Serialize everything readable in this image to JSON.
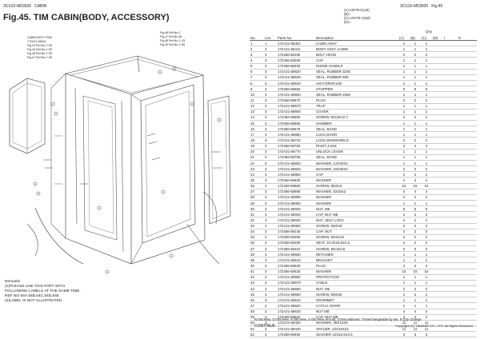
{
  "header": {
    "left_model": "3CS10-M53500",
    "left_section": "CABIN",
    "right_model": "3CS10-M53500",
    "right_fig": "Fig.45"
  },
  "title": "Fig.45.  TIM CABIN(BODY, ACCESSORY)",
  "columns_legend": [
    "(A)-VIO75-C(US)",
    "(B)=",
    "(C)=VIO75-C(NZ)",
    "(D)="
  ],
  "qty_header": {
    "label": "Q'ty",
    "cols": [
      "(A)",
      "(B)",
      "(C)",
      "(D)"
    ],
    "i": "I",
    "r": "R"
  },
  "table": {
    "headers": [
      "No.",
      "Lev.",
      "Parts No.",
      "Description",
      "(A)",
      "(B)",
      "(C)",
      "(D)",
      "I",
      "R"
    ],
    "rows": [
      [
        "1",
        "1",
        "172A21-68401",
        "CABIN ASSY",
        "1",
        "1",
        "1",
        "",
        "",
        ""
      ],
      [
        "2",
        "2",
        "172A21-68411",
        "BODY ASSY, CABIN",
        "1",
        "1",
        "1",
        "",
        "",
        ""
      ],
      [
        "3",
        "3",
        "172456-68180",
        "BOLT 16X35",
        "2",
        "2",
        "2",
        "",
        "",
        ""
      ],
      [
        "4",
        "3",
        "172456-68250",
        "CAP",
        "1",
        "1",
        "1",
        "",
        "",
        ""
      ],
      [
        "5",
        "3",
        "172456-68460",
        "INSIDE HANDLE",
        "1",
        "1",
        "1",
        "",
        "",
        ""
      ],
      [
        "6",
        "3",
        "172A21-68520",
        "SEAL, RUBBER 3200",
        "1",
        "1",
        "1",
        "",
        "",
        ""
      ],
      [
        "7",
        "3",
        "172A21-68530",
        "SEAL, RUBBER 680",
        "1",
        "1",
        "1",
        "",
        "",
        ""
      ],
      [
        "8",
        "3",
        "172A21-68540",
        "ANTI-DROP,230",
        "1",
        "1",
        "1",
        "",
        "",
        ""
      ],
      [
        "9",
        "3",
        "172456-68550",
        "STOPPER",
        "6",
        "6",
        "6",
        "",
        "",
        ""
      ],
      [
        "10",
        "3",
        "172A21-68560",
        "SEAL, RUBBER 2550",
        "1",
        "1",
        "1",
        "",
        "",
        ""
      ],
      [
        "11",
        "3",
        "172456-68570",
        "PLUG",
        "2",
        "2",
        "2",
        "",
        "",
        ""
      ],
      [
        "12",
        "3",
        "172A21-68570",
        "TRAP",
        "1",
        "1",
        "1",
        "",
        "",
        ""
      ],
      [
        "13",
        "3",
        "172A21-68600",
        "COVER",
        "1",
        "1",
        "1",
        "",
        "",
        ""
      ],
      [
        "14",
        "3",
        "172456-68650",
        "SCREW, M3.5X12.7",
        "2",
        "2",
        "2",
        "",
        "",
        ""
      ],
      [
        "15",
        "3",
        "172456-68660",
        "HAMMER",
        "1",
        "1",
        "1",
        "",
        "",
        ""
      ],
      [
        "16",
        "3",
        "172456-68670",
        "SEAL, BAND",
        "1",
        "1",
        "1",
        "",
        "",
        ""
      ],
      [
        "17",
        "3",
        "172A21-68680",
        "LOCK,DOOR",
        "1",
        "1",
        "1",
        "",
        "",
        ""
      ],
      [
        "18",
        "3",
        "172A21-68740",
        "LOCK,WINDSHIELD",
        "2",
        "2",
        "2",
        "",
        "",
        ""
      ],
      [
        "19",
        "3",
        "172456-68750",
        "RIVET 3.2X8",
        "4",
        "4",
        "4",
        "",
        "",
        ""
      ],
      [
        "20",
        "3",
        "172A21-68770",
        "UNLOCK LEVER",
        "1",
        "1",
        "1",
        "",
        "",
        ""
      ],
      [
        "21",
        "3",
        "172456-68780",
        "SEAL, BAND",
        "1",
        "1",
        "1",
        "",
        "",
        ""
      ],
      [
        "22",
        "3",
        "172A21-68830",
        "WASHER, 12X30X2",
        "1",
        "1",
        "1",
        "",
        "",
        ""
      ],
      [
        "23",
        "3",
        "172A21-68840",
        "WASHER, 15X30X2",
        "2",
        "2",
        "2",
        "",
        "",
        ""
      ],
      [
        "24",
        "3",
        "172A21-68860",
        "CAP",
        "2",
        "2",
        "2",
        "",
        "",
        ""
      ],
      [
        "25",
        "3",
        "172456-68930",
        "WASHER",
        "4",
        "4",
        "4",
        "",
        "",
        ""
      ],
      [
        "26",
        "3",
        "172456-68960",
        "SCREW, M6X16",
        "15",
        "15",
        "15",
        "",
        "",
        ""
      ],
      [
        "27",
        "3",
        "172456-68980",
        "WASHER, 6X25X2",
        "4",
        "4",
        "4",
        "",
        "",
        ""
      ],
      [
        "28",
        "3",
        "172A21-68990",
        "WASHER",
        "2",
        "2",
        "2",
        "",
        "",
        ""
      ],
      [
        "29",
        "3",
        "172A21-69000",
        "WASHER",
        "1",
        "1",
        "1",
        "",
        "",
        ""
      ],
      [
        "30",
        "3",
        "172A21-69020",
        "NUT, M8",
        "5",
        "5",
        "5",
        "",
        "",
        ""
      ],
      [
        "31",
        "3",
        "172A21-69030",
        "CAP, NUT M8",
        "2",
        "2",
        "2",
        "",
        "",
        ""
      ],
      [
        "32",
        "3",
        "172A21-69040",
        "NUT, SELF LOCK",
        "2",
        "2",
        "2",
        "",
        "",
        ""
      ],
      [
        "33",
        "3",
        "172A21-69060",
        "SCREW, M6X16",
        "2",
        "2",
        "2",
        "",
        "",
        ""
      ],
      [
        "34",
        "3",
        "172456-69240",
        "CAP, NUT",
        "2",
        "2",
        "2",
        "",
        "",
        ""
      ],
      [
        "35",
        "3",
        "172456-69250",
        "SCREW, M10X16",
        "2",
        "2",
        "2",
        "",
        "",
        ""
      ],
      [
        "36",
        "3",
        "172456-69280",
        "SEAT, 10.2X18.5X2.5",
        "2",
        "2",
        "2",
        "",
        "",
        ""
      ],
      [
        "37",
        "3",
        "172456-69310",
        "SCREW, M4.8X16",
        "3",
        "3",
        "3",
        "",
        "",
        ""
      ],
      [
        "38",
        "3",
        "172A21-69500",
        "RETAINER",
        "1",
        "1",
        "1",
        "",
        "",
        ""
      ],
      [
        "39",
        "3",
        "172A21-69510",
        "BRACKET",
        "1",
        "1",
        "1",
        "",
        "",
        ""
      ],
      [
        "40",
        "3",
        "172456-69520",
        "PLUG",
        "4",
        "4",
        "4",
        "",
        "",
        ""
      ],
      [
        "41",
        "3",
        "172456-69530",
        "WASHER",
        "15",
        "15",
        "15",
        "",
        "",
        ""
      ],
      [
        "42",
        "3",
        "172A21-69560",
        "PROTECTION",
        "1",
        "1",
        "1",
        "",
        "",
        ""
      ],
      [
        "43",
        "3",
        "172A21-69570",
        "CABLE",
        "1",
        "1",
        "1",
        "",
        "",
        ""
      ],
      [
        "44",
        "3",
        "172A21-69590",
        "NUT, M5",
        "2",
        "2",
        "2",
        "",
        "",
        ""
      ],
      [
        "45",
        "3",
        "172A21-69600",
        "SCREW, M8X30",
        "2",
        "2",
        "2",
        "",
        "",
        ""
      ],
      [
        "46",
        "3",
        "172A21-69610",
        "GROMMET",
        "1",
        "1",
        "1",
        "",
        "",
        ""
      ],
      [
        "47",
        "2",
        "172A21-69620",
        "CATCH, DOOR",
        "1",
        "1",
        "1",
        "",
        "",
        ""
      ],
      [
        "48",
        "3",
        "172A21-69630",
        "NUT M8",
        "4",
        "4",
        "4",
        "",
        "",
        ""
      ],
      [
        "49",
        "3",
        "172456-69910",
        "CAP, NUT M8",
        "4",
        "4",
        "4",
        "",
        "",
        ""
      ],
      [
        "50",
        "3",
        "172A21-69430",
        "WASHER, 38X12X8",
        "11",
        "11",
        "11",
        "",
        "",
        ""
      ],
      [
        "51",
        "3",
        "172A21-69440",
        "SPACER, 22X16X22",
        "11",
        "11",
        "11",
        "",
        "",
        ""
      ],
      [
        "52",
        "3",
        "172456-69930",
        "WASHER 12X22.5X2.5",
        "3",
        "3",
        "3",
        "",
        "",
        ""
      ]
    ]
  },
  "diagram_labels": {
    "ref_a": [
      "CABIN ASSY ITEM",
      "172A21-68401",
      "Fig.43 Ref.No.2~50",
      "Fig.44 Ref.No.1~50",
      "Fig.46 Ref.No.1~50",
      "Fig.47 Ref.No.1~50"
    ],
    "ref_b": [
      "Fig.46 Ref.No.2",
      "Fig.47 Ref.No.38",
      "Fig.48 Ref.No.1~33",
      "Fig.49 Ref.No.1~66"
    ]
  },
  "remarks": [
    "Remarks",
    "(1)PLEASE USE THIS PART WITH",
    "FOLLOWING LABELS AT THE SAME TIME.",
    "REF NO 54A,54B,54C,54D,54E",
    "(2)LABEL IS NOT ILLUSTRATED."
  ],
  "footer": {
    "legend": "N:Old  New, O:Old  New, X:Old  New, S:Old  New, M:Add, Z:Discontinued, T:Interchangeable by set, K:Q'ty Change",
    "continue": "CONTINUE",
    "copyright": "Copyright (C)  YANMAR CO., LTD. All Rights Reserved."
  },
  "colors": {
    "line": "#333333",
    "light": "#999999"
  }
}
